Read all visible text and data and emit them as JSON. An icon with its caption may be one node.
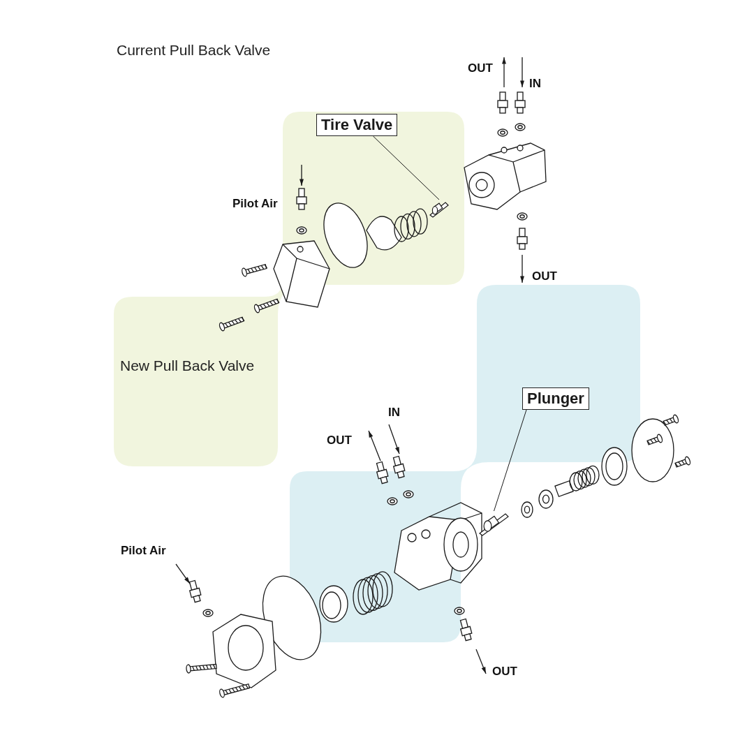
{
  "diagram": {
    "nodes": [
      {
        "text": [
          "Tire Valve"
        ]
      },
      {
        "text": [],
        "shape": "picture"
      },
      {
        "text": [
          "Plunger"
        ]
      },
      {
        "text": [],
        "shape": "picture"
      }
    ],
    "edges": [
      {
        "from": 0,
        "to": 1,
        "arrow": "none"
      },
      {
        "from": 2,
        "to": 3,
        "arrow": "none"
      }
    ],
    "labels": [
      "Current Pull Back Valve",
      "OUT",
      "IN",
      "Pilot Air",
      "OUT",
      "New Pull Back Valve",
      "IN",
      "OUT",
      "Pilot Air",
      "OUT"
    ]
  }
}
